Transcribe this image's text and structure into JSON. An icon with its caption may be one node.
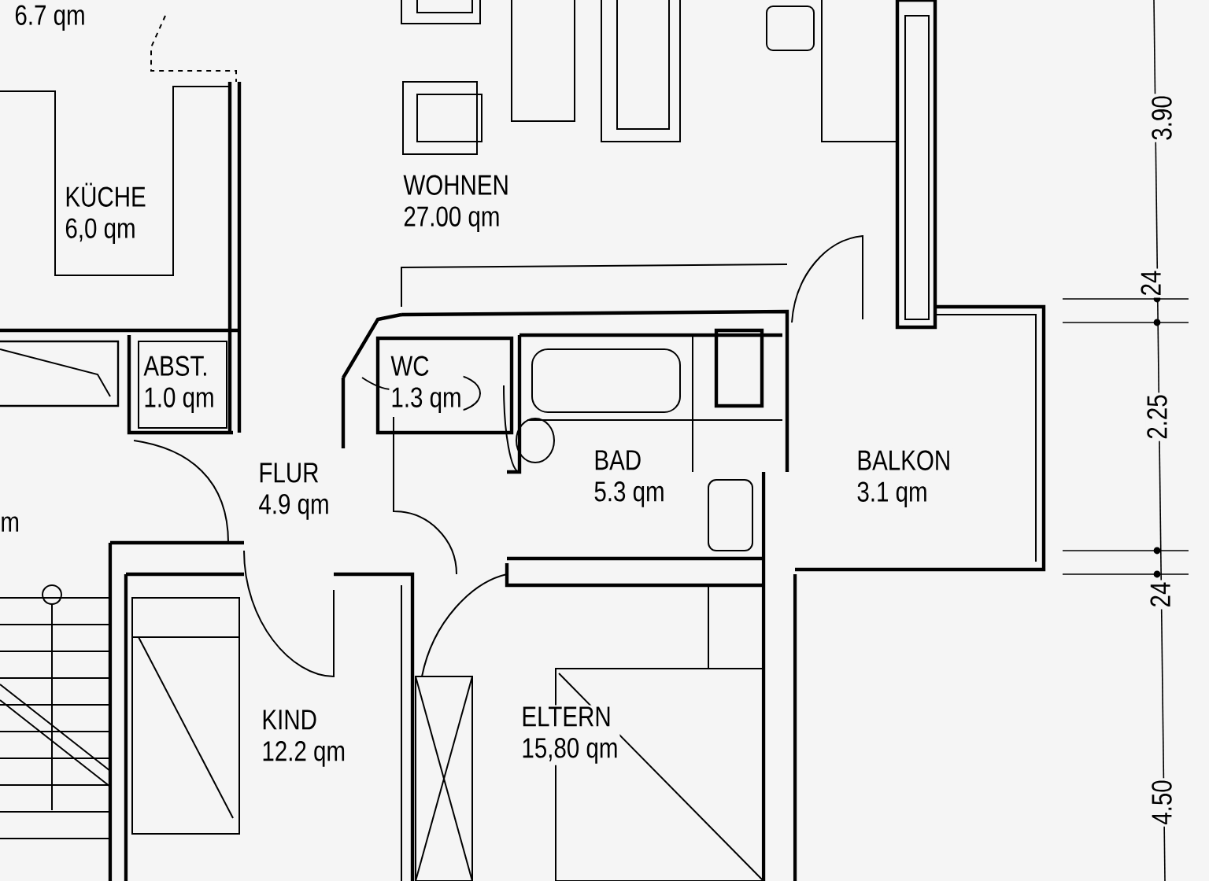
{
  "diagram": {
    "nodes": [
      {
        "text": [
          "6.7 qm"
        ]
      },
      {
        "text": [
          "KÜCHE",
          "6,0 qm"
        ]
      },
      {
        "text": [
          "WOHNEN",
          "27.00 qm"
        ]
      },
      {
        "text": [
          "ABST.",
          "1.0 qm"
        ]
      },
      {
        "text": [
          "WC",
          "1.3 qm"
        ]
      },
      {
        "text": [
          "BAD",
          "5.3 qm"
        ]
      },
      {
        "text": [
          "BALKON",
          "3.1 qm"
        ]
      },
      {
        "text": [
          "FLUR",
          "4.9 qm"
        ]
      },
      {
        "text": [
          "KIND",
          "12.2 qm"
        ]
      },
      {
        "text": [
          "ELTERN",
          "15,80 qm"
        ]
      }
    ],
    "labels": [
      "3.90",
      "24",
      "2.25",
      "m",
      "24",
      "4.50"
    ]
  }
}
